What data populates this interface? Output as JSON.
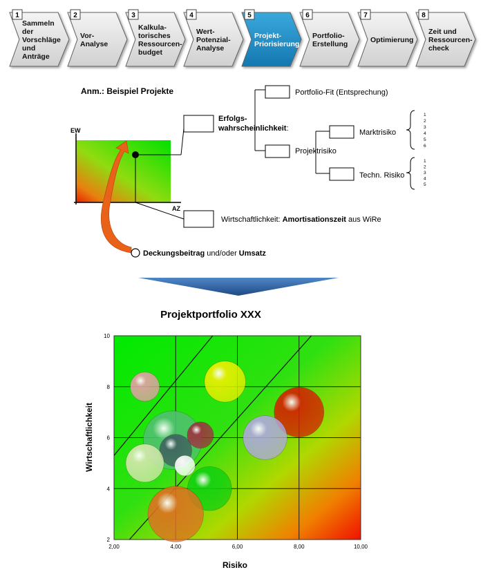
{
  "process_steps": [
    {
      "num": "1",
      "label": [
        "Sammeln",
        "der",
        "Vorschläge",
        "und",
        "Anträge"
      ],
      "active": false
    },
    {
      "num": "2",
      "label": [
        "Vor-",
        "Analyse"
      ],
      "active": false
    },
    {
      "num": "3",
      "label": [
        "Kalkula-",
        "torisches",
        "Ressourcen-",
        "budget"
      ],
      "active": false
    },
    {
      "num": "4",
      "label": [
        "Wert-",
        "Potenzial-",
        "Analyse"
      ],
      "active": false
    },
    {
      "num": "5",
      "label": [
        "Projekt-",
        "Priorisierung"
      ],
      "active": true
    },
    {
      "num": "6",
      "label": [
        "Portfolio-",
        "Erstellung"
      ],
      "active": false
    },
    {
      "num": "7",
      "label": [
        "Optimierung"
      ],
      "active": false
    },
    {
      "num": "8",
      "label": [
        "Zeit und",
        "Ressourcen-",
        "check"
      ],
      "active": false
    }
  ],
  "colors": {
    "step_fill": "#e6e6e6",
    "step_active": "#1f8fc8",
    "arrow_orange": "#e8621a",
    "banner_blue": "#2d5d99",
    "green": "#00e000",
    "red": "#e02000",
    "yellow": "#e8e800"
  },
  "diagram": {
    "note": "Anm.: Beispiel Projekte",
    "axis_y": "EW",
    "axis_x": "AZ",
    "erfolg_line1": "Erfolgs-",
    "erfolg_line2": "wahrscheinlichkeit",
    "erfolg_colon": ":",
    "portfolio_fit": "Portfolio-Fit (Entsprechung)",
    "projektrisiko": "Projektrisiko",
    "marktrisiko": "Marktrisiko",
    "techn_risiko": "Techn. Risiko",
    "markt_scale": [
      "1",
      "2",
      "3",
      "4",
      "5",
      "6"
    ],
    "techn_scale": [
      "1",
      "2",
      "3",
      "4",
      "5"
    ],
    "wirt_prefix": "Wirtschaftlichkeit: ",
    "wirt_bold": "Amortisationszeit",
    "wirt_suffix": " aus WiRe",
    "deck_bold1": "Deckungsbeitrag",
    "deck_mid": " und/oder ",
    "deck_bold2": "Umsatz"
  },
  "chart_data": {
    "type": "bubble",
    "title": "Projektportfolio XXX",
    "xlabel": "Risiko",
    "ylabel": "Wirtschaftlichkeit",
    "xlim": [
      2,
      10
    ],
    "ylim": [
      2,
      10
    ],
    "xticks": [
      "2,00",
      "4,00",
      "6,00",
      "8,00",
      "10,00"
    ],
    "yticks": [
      "2",
      "4",
      "6",
      "8",
      "10"
    ],
    "grid": true,
    "series": [
      {
        "x": 3.0,
        "y": 8.0,
        "size": 0.5,
        "color": "#e8a0a8"
      },
      {
        "x": 5.6,
        "y": 8.2,
        "size": 0.7,
        "color": "#f0f000"
      },
      {
        "x": 8.0,
        "y": 7.0,
        "size": 0.85,
        "color": "#d42000"
      },
      {
        "x": 6.9,
        "y": 6.0,
        "size": 0.75,
        "color": "#b0a8e0"
      },
      {
        "x": 3.9,
        "y": 5.9,
        "size": 1.0,
        "color": "#50c070"
      },
      {
        "x": 4.8,
        "y": 6.1,
        "size": 0.45,
        "color": "#a03040"
      },
      {
        "x": 4.0,
        "y": 5.5,
        "size": 0.55,
        "color": "#406060"
      },
      {
        "x": 3.0,
        "y": 5.0,
        "size": 0.65,
        "color": "#d8e8b0"
      },
      {
        "x": 4.3,
        "y": 4.9,
        "size": 0.35,
        "color": "#ffffff"
      },
      {
        "x": 5.1,
        "y": 4.0,
        "size": 0.75,
        "color": "#10d010"
      },
      {
        "x": 4.0,
        "y": 3.0,
        "size": 0.95,
        "color": "#e07020"
      }
    ],
    "diagonals": [
      {
        "from": [
          2,
          5.3
        ],
        "to": [
          5.2,
          10
        ]
      },
      {
        "from": [
          2.5,
          2
        ],
        "to": [
          8.4,
          10
        ]
      }
    ]
  }
}
